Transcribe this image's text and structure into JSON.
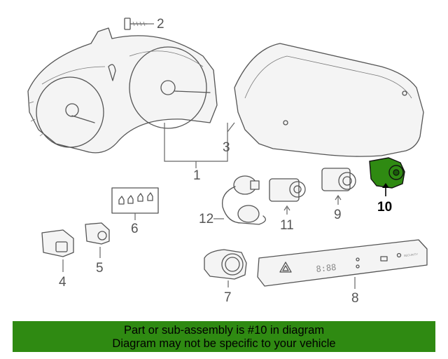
{
  "callouts": {
    "c1": "1",
    "c2": "2",
    "c3": "3",
    "c4": "4",
    "c5": "5",
    "c6": "6",
    "c7": "7",
    "c8": "8",
    "c9": "9",
    "c10": "10",
    "c11": "11",
    "c12": "12"
  },
  "highlight_color": "#2f8a12",
  "panel_text": {
    "clock": "8:88",
    "security": "SECURITY"
  },
  "banner": {
    "line1": "Part or sub-assembly is #10 in diagram",
    "line2": "Diagram may not be specific to your vehicle"
  }
}
